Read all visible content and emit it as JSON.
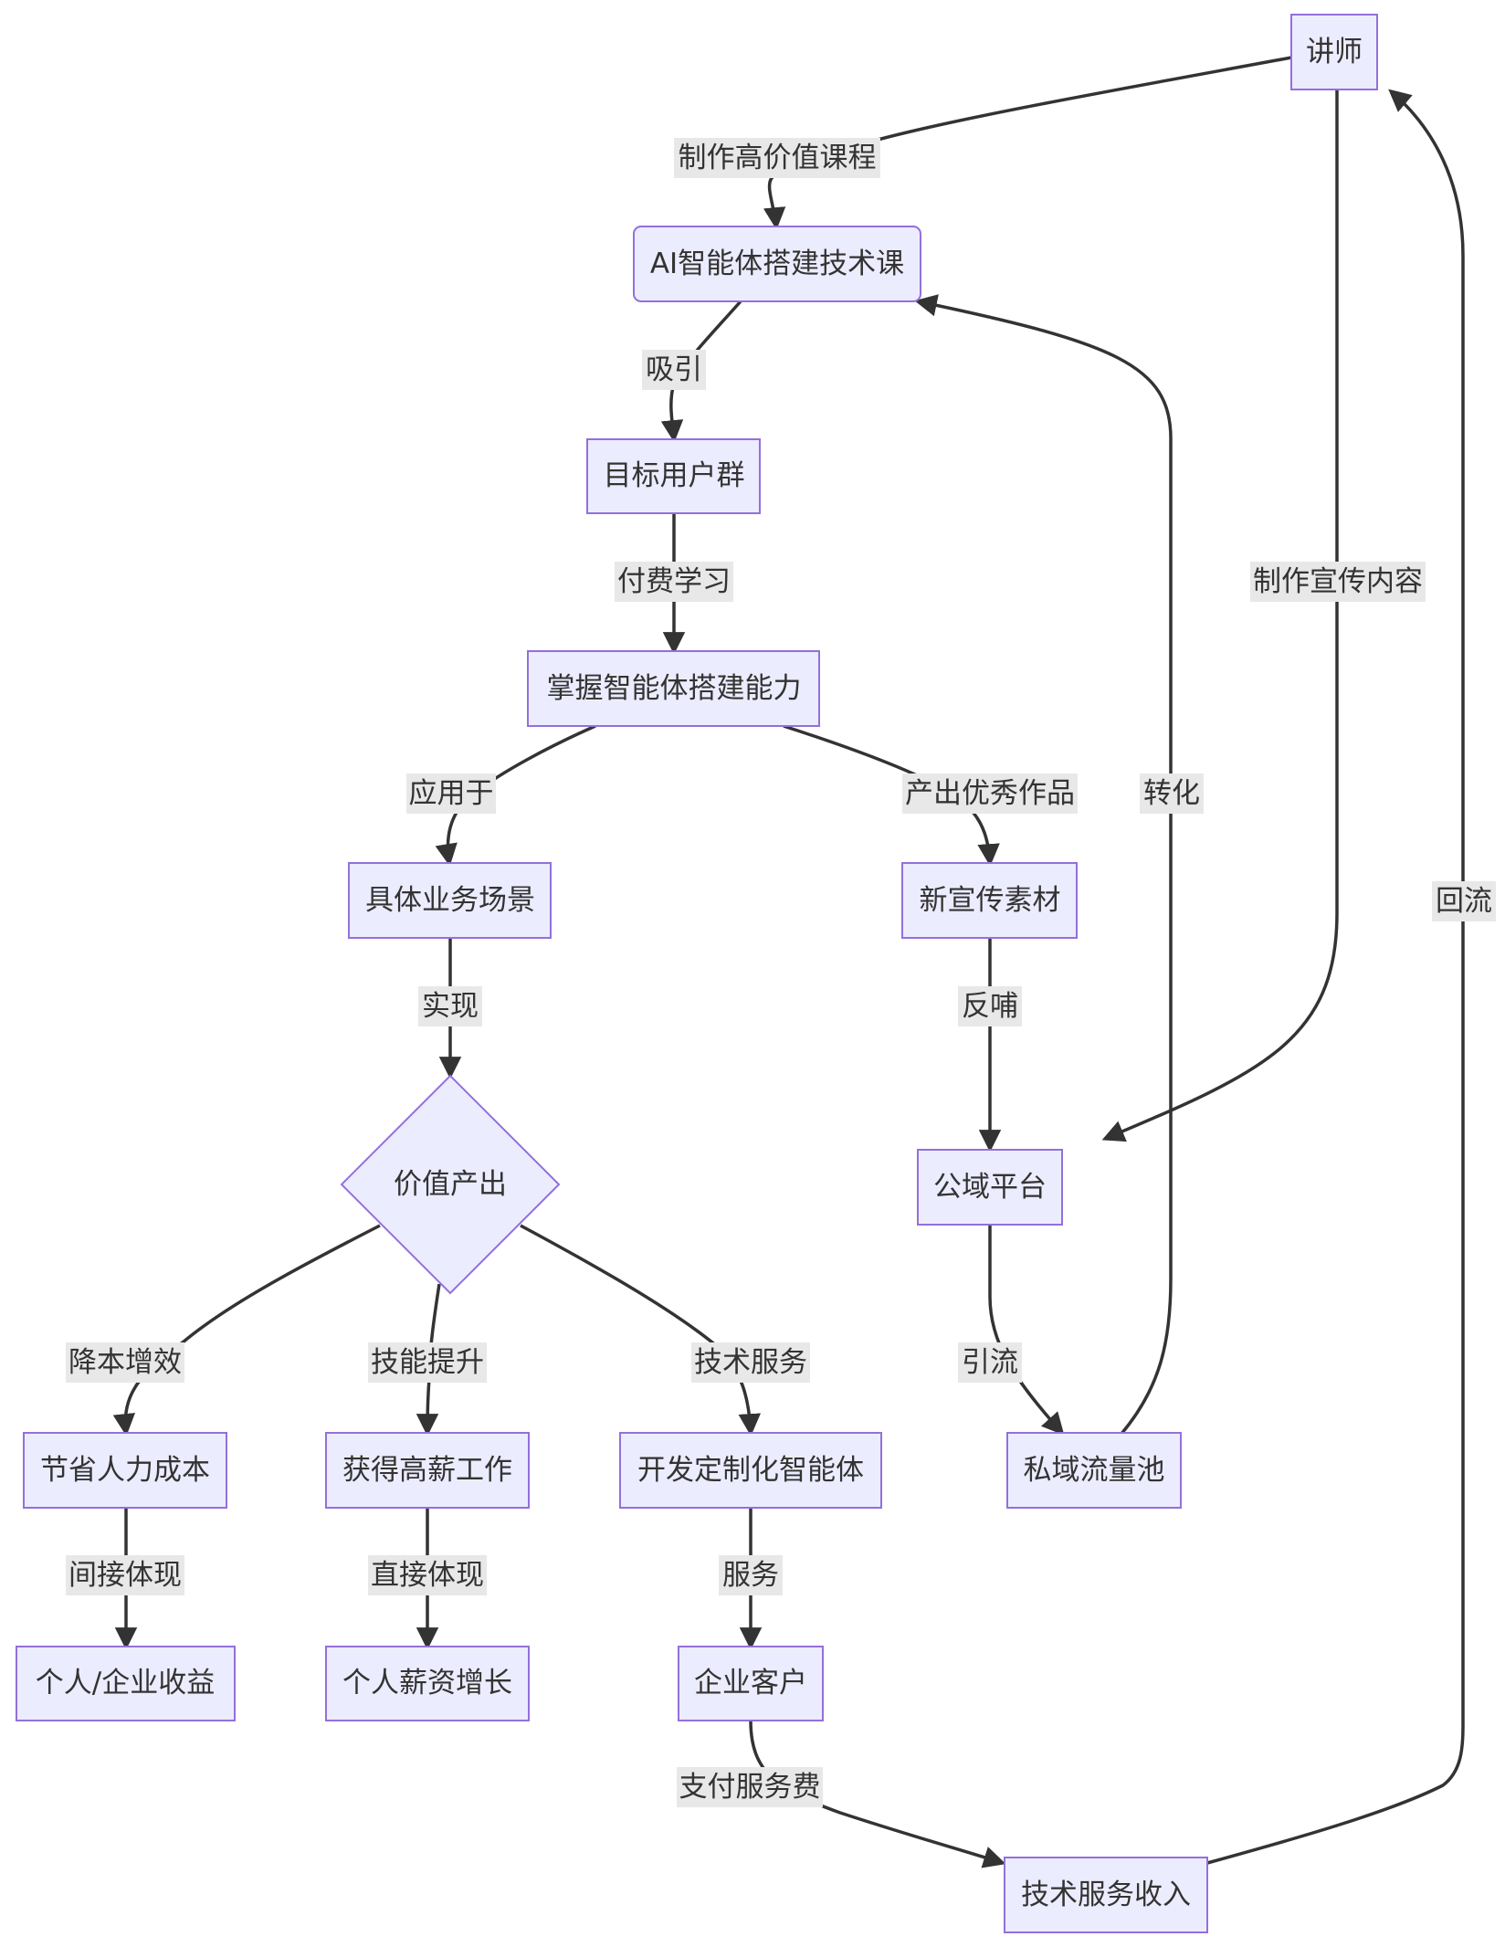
{
  "nodes": {
    "lecturer": "讲师",
    "course": "AI智能体搭建技术课",
    "users": "目标用户群",
    "ability": "掌握智能体搭建能力",
    "scenario": "具体业务场景",
    "material": "新宣传素材",
    "value": "价值产出",
    "public": "公域平台",
    "save": "节省人力成本",
    "job": "获得高薪工作",
    "custom": "开发定制化智能体",
    "private": "私域流量池",
    "income": "个人/企业收益",
    "salary": "个人薪资增长",
    "client": "企业客户",
    "revenue": "技术服务收入"
  },
  "edges": {
    "make_course": "制作高价值课程",
    "attract": "吸引",
    "paid_study": "付费学习",
    "apply_to": "应用于",
    "produce_works": "产出优秀作品",
    "realize": "实现",
    "feedback": "反哺",
    "make_promo": "制作宣传内容",
    "convert": "转化",
    "return_flow": "回流",
    "cost_down": "降本增效",
    "skill_up": "技能提升",
    "tech_service": "技术服务",
    "drain": "引流",
    "indirect": "间接体现",
    "direct": "直接体现",
    "serve": "服务",
    "pay_fee": "支付服务费"
  },
  "colors": {
    "node_fill": "#ECECFF",
    "node_stroke": "#9370DB",
    "edge": "#333333",
    "label_bg": "#E8E8E8",
    "text": "#333333"
  }
}
